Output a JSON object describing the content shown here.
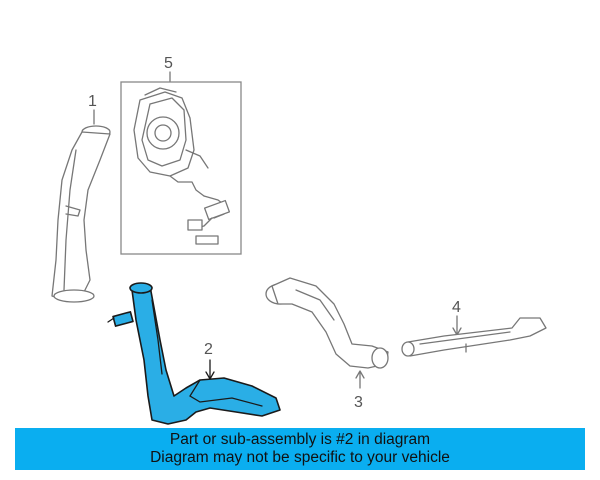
{
  "callouts": {
    "one": "1",
    "two": "2",
    "three": "3",
    "four": "4",
    "five": "5"
  },
  "banner": {
    "line1": "Part or sub-assembly is #2 in diagram",
    "line2": "Diagram may not be specific to your vehicle"
  },
  "colors": {
    "highlight_part": "#2aaee6",
    "banner_background": "#0aaef0",
    "line_art": "#777777"
  }
}
